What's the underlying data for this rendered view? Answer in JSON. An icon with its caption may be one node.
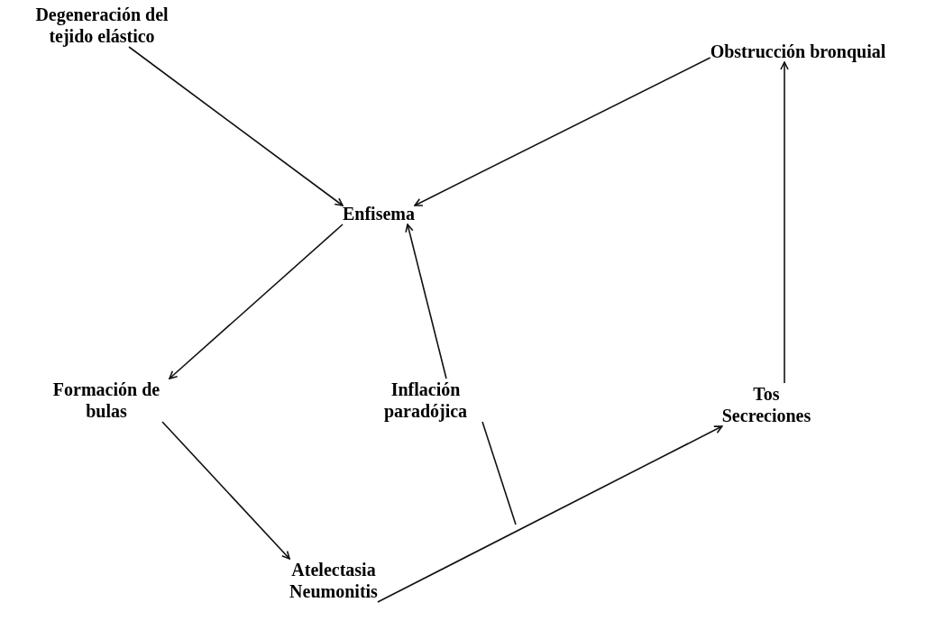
{
  "diagram": {
    "nodes": [
      {
        "text": [
          "Degeneración del tejido elástico"
        ]
      },
      {
        "text": [
          "Obstrucción bronquial"
        ]
      },
      {
        "text": [
          "Enfisema"
        ]
      },
      {
        "text": [
          "Formación de bulas"
        ]
      },
      {
        "text": [
          "Inflación paradójica"
        ]
      },
      {
        "text": [
          "Tos",
          "Secreciones"
        ]
      },
      {
        "text": [
          "Atelectasia",
          "Neumonitis"
        ]
      }
    ],
    "edges": [
      {
        "from": 0,
        "to": 2,
        "arrow": "to"
      },
      {
        "from": 1,
        "to": 2,
        "arrow": "to"
      },
      {
        "from": 2,
        "to": 3,
        "arrow": "to"
      },
      {
        "from": 4,
        "to": 2,
        "arrow": "to"
      },
      {
        "from": 3,
        "to": 6,
        "arrow": "to"
      },
      {
        "from": 6,
        "to": 5,
        "arrow": "to"
      },
      {
        "from": 5,
        "to": 1,
        "arrow": "to"
      },
      {
        "from": 4,
        "to": null,
        "arrow": "none"
      }
    ]
  }
}
